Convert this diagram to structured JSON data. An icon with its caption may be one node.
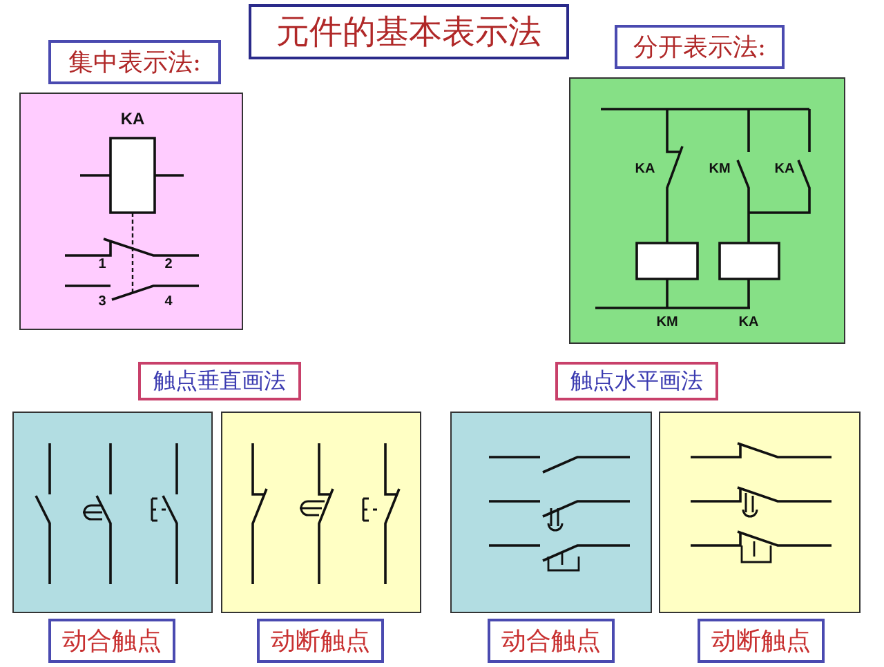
{
  "diagram": {
    "nodes": [
      {
        "text": [
          "元件的基本表示法"
        ]
      },
      {
        "text": [
          "集中表示法:"
        ]
      },
      {
        "text": [],
        "shape": "box"
      },
      {
        "text": [
          "分开表示法:"
        ]
      },
      {
        "text": [],
        "shape": "box"
      },
      {
        "text": [
          "触点垂直画法"
        ]
      },
      {
        "text": [
          "触点水平画法"
        ]
      },
      {
        "text": [],
        "shape": "box"
      },
      {
        "text": [],
        "shape": "box"
      },
      {
        "text": [],
        "shape": "box"
      },
      {
        "text": [],
        "shape": "box"
      },
      {
        "text": [
          "动合触点"
        ]
      },
      {
        "text": [
          "动断触点"
        ]
      },
      {
        "text": [
          "动合触点"
        ]
      },
      {
        "text": [
          "动断触点"
        ]
      }
    ],
    "edges": [],
    "labels": [
      "KA",
      "1",
      "2",
      "3",
      "4",
      "KA",
      "KM",
      "KA",
      "KM",
      "KA"
    ]
  }
}
